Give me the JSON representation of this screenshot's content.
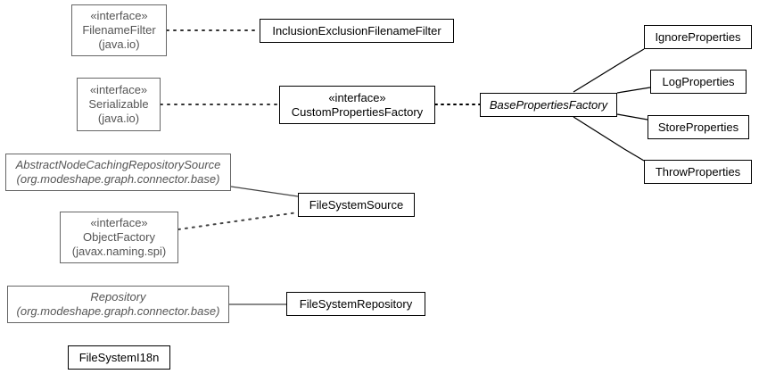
{
  "diagram": {
    "nodes": {
      "filename_filter": {
        "stereotype": "«interface»",
        "name": "FilenameFilter",
        "pkg": "(java.io)"
      },
      "inclusion_exclusion": {
        "name": "InclusionExclusionFilenameFilter"
      },
      "serializable": {
        "stereotype": "«interface»",
        "name": "Serializable",
        "pkg": "(java.io)"
      },
      "custom_properties_factory": {
        "stereotype": "«interface»",
        "name": "CustomPropertiesFactory"
      },
      "base_properties_factory": {
        "name": "BasePropertiesFactory"
      },
      "ignore_properties": {
        "name": "IgnoreProperties"
      },
      "log_properties": {
        "name": "LogProperties"
      },
      "store_properties": {
        "name": "StoreProperties"
      },
      "throw_properties": {
        "name": "ThrowProperties"
      },
      "abstract_node_caching": {
        "name": "AbstractNodeCachingRepositorySource",
        "pkg": "(org.modeshape.graph.connector.base)"
      },
      "file_system_source": {
        "name": "FileSystemSource"
      },
      "object_factory": {
        "stereotype": "«interface»",
        "name": "ObjectFactory",
        "pkg": "(javax.naming.spi)"
      },
      "repository": {
        "name": "Repository",
        "pkg": "(org.modeshape.graph.connector.base)"
      },
      "file_system_repository": {
        "name": "FileSystemRepository"
      },
      "file_system_i18n": {
        "name": "FileSystemI18n"
      }
    }
  }
}
